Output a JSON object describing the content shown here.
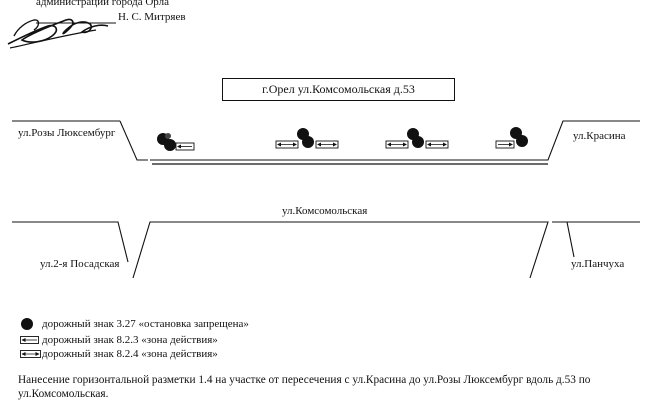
{
  "header": {
    "org_line": "администрации города Орла",
    "signatory": "Н. С. Митряев"
  },
  "scheme": {
    "title": "г.Орел ул.Комсомольская д.53",
    "main_street": "ул.Комсомольская",
    "streets": {
      "top_left": "ул.Розы Люксембург",
      "top_right": "ул.Красина",
      "bottom_left": "ул.2-я Посадская",
      "bottom_right": "ул.Панчуха"
    }
  },
  "legend": {
    "items": [
      {
        "symbol": "stop-sign",
        "text": "дорожный знак 3.27 «остановка запрещена»"
      },
      {
        "symbol": "arrow-left",
        "text": "дорожный знак 8.2.3 «зона действия»"
      },
      {
        "symbol": "arrow-both",
        "text": "дорожный знак 8.2.4 «зона действия»"
      }
    ]
  },
  "note": "Нанесение горизонтальной разметки 1.4 на участке от пересечения с ул.Красина до ул.Розы Люксембург вдоль д.53 по ул.Комсомольская.",
  "colors": {
    "ink": "#111111",
    "paper": "#ffffff"
  }
}
